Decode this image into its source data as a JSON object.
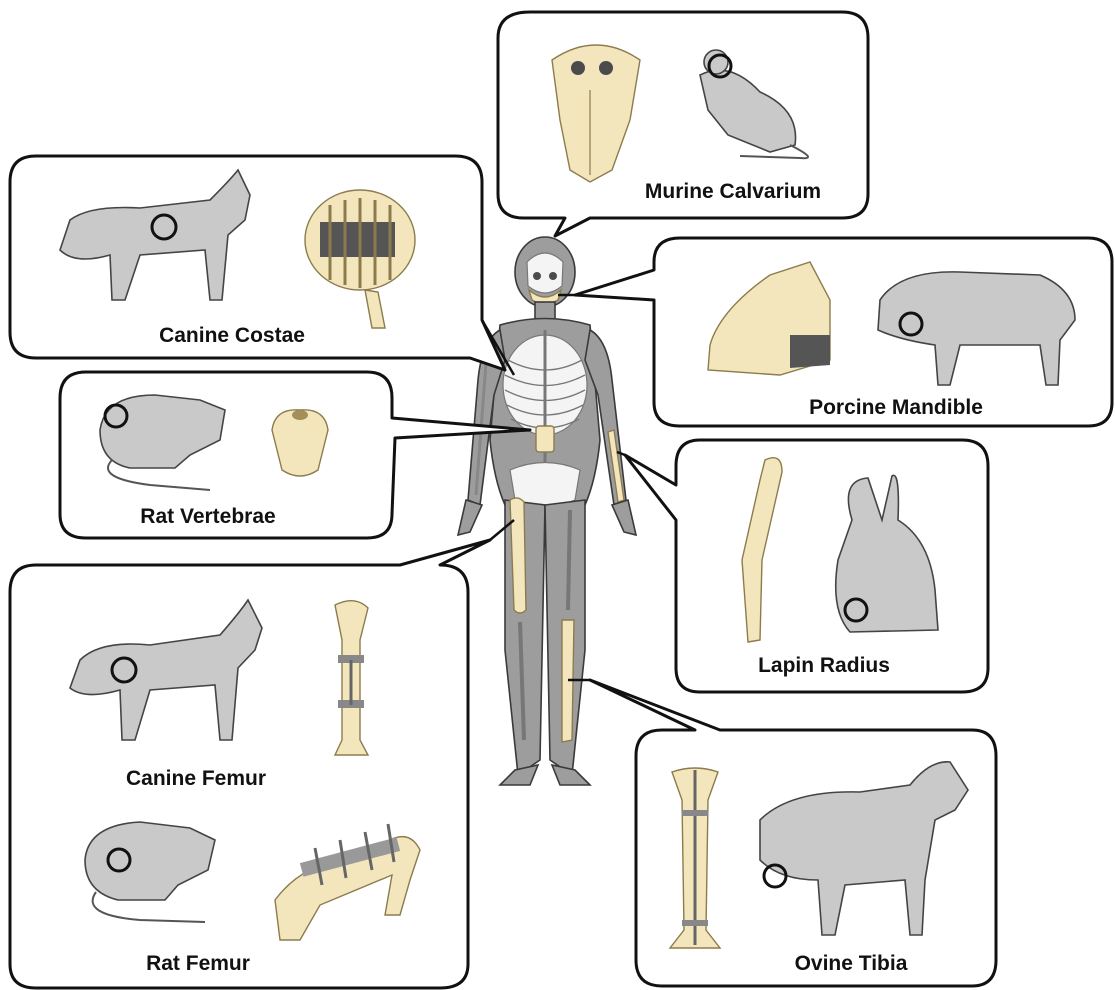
{
  "labels": {
    "murine_calvarium": "Murine Calvarium",
    "canine_costae": "Canine Costae",
    "porcine_mandible": "Porcine Mandible",
    "rat_vertebrae": "Rat Vertebrae",
    "lapin_radius": "Lapin Radius",
    "canine_femur": "Canine Femur",
    "rat_femur": "Rat Femur",
    "ovine_tibia": "Ovine Tibia"
  },
  "colors": {
    "human_body": "#9d9d9d",
    "highlighted_bone": "#f3e6bc",
    "outline": "#111111",
    "bubble_fill": "#ffffff"
  },
  "icons": {
    "center": "human-skeleton-icon",
    "murine_calvarium": [
      "mouse-skull-icon",
      "mouse-skeleton-icon"
    ],
    "canine_costae": [
      "dog-skeleton-icon",
      "canine-ribcage-icon"
    ],
    "porcine_mandible": [
      "pig-skull-icon",
      "pig-skeleton-icon"
    ],
    "rat_vertebrae": [
      "rat-skeleton-icon",
      "vertebra-icon"
    ],
    "lapin_radius": [
      "radius-bone-icon",
      "rabbit-skeleton-icon"
    ],
    "canine_femur": [
      "dog-skeleton-icon",
      "plated-femur-icon"
    ],
    "rat_femur": [
      "rat-skeleton-icon",
      "fixated-femur-icon"
    ],
    "ovine_tibia": [
      "nailed-tibia-icon",
      "sheep-skeleton-icon"
    ]
  }
}
